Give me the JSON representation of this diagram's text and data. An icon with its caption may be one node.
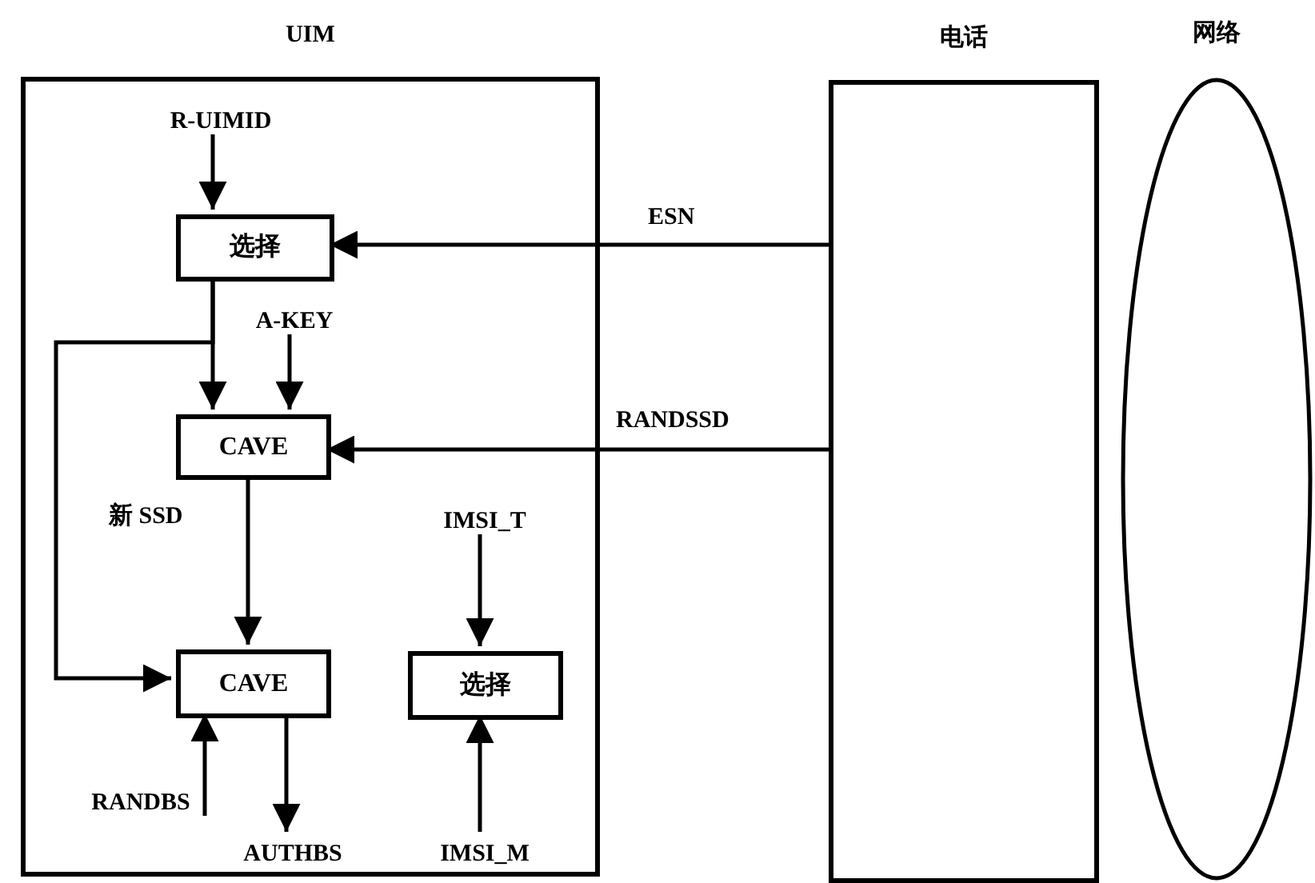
{
  "diagram": {
    "nodes": [
      {
        "text": [
          "UIM"
        ]
      },
      {
        "text": [
          "R-UIMID"
        ],
        "in": 0
      },
      {
        "text": [
          "选择"
        ],
        "in": 0
      },
      {
        "text": [
          "A-KEY"
        ],
        "in": 0
      },
      {
        "text": [
          "CAVE"
        ],
        "in": 0
      },
      {
        "text": [
          "IMSI_T"
        ],
        "in": 0
      },
      {
        "text": [
          "CAVE"
        ],
        "in": 0
      },
      {
        "text": [
          "选择"
        ],
        "in": 0
      },
      {
        "text": [
          "RANDBS"
        ],
        "in": 0
      },
      {
        "text": [
          "AUTHBS"
        ],
        "in": 0
      },
      {
        "text": [
          "IMSI_M"
        ],
        "in": 0
      },
      {
        "text": [
          "电话"
        ]
      },
      {
        "text": [
          "网络"
        ]
      }
    ],
    "edges": [
      {
        "from": 1,
        "to": 2,
        "arrow": "to"
      },
      {
        "from": 11,
        "to": 2,
        "arrow": "to",
        "label": "ESN"
      },
      {
        "from": 2,
        "to": 4,
        "arrow": "to"
      },
      {
        "from": 2,
        "to": 6,
        "arrow": "to"
      },
      {
        "from": 3,
        "to": 4,
        "arrow": "to"
      },
      {
        "from": 11,
        "to": 4,
        "arrow": "to",
        "label": "RANDSSD"
      },
      {
        "from": 4,
        "to": 6,
        "arrow": "to",
        "label": "新 SSD"
      },
      {
        "from": 5,
        "to": 7,
        "arrow": "to"
      },
      {
        "from": 10,
        "to": 7,
        "arrow": "to"
      },
      {
        "from": 8,
        "to": 6,
        "arrow": "to"
      },
      {
        "from": 6,
        "to": 9,
        "arrow": "to"
      }
    ]
  }
}
